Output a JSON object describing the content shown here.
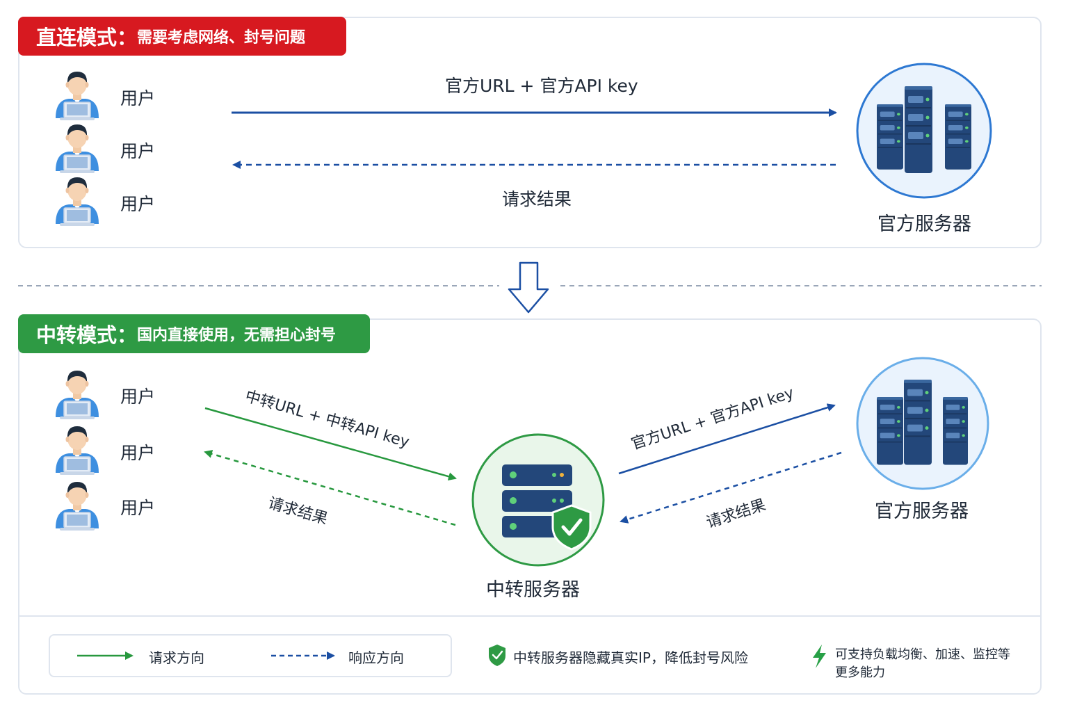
{
  "direct": {
    "title_main": "直连模式：",
    "title_sub": "需要考虑网络、封号问题",
    "users": [
      "用户",
      "用户",
      "用户"
    ],
    "request_label": "官方URL + 官方API key",
    "response_label": "请求结果",
    "server_label": "官方服务器"
  },
  "relay": {
    "title_main": "中转模式：",
    "title_sub": "国内直接使用，无需担心封号",
    "users": [
      "用户",
      "用户",
      "用户"
    ],
    "relay_request_label": "中转URL + 中转API key",
    "relay_response_label": "请求结果",
    "relay_server_label": "中转服务器",
    "official_request_label": "官方URL + 官方API key",
    "official_response_label": "请求结果",
    "official_server_label": "官方服务器"
  },
  "legend": {
    "request_direction": "请求方向",
    "response_direction": "响应方向",
    "feature_1": "中转服务器隐藏真实IP，降低封号风险",
    "feature_2_line1": "可支持负载均衡、加速、监控等",
    "feature_2_line2": "更多能力"
  },
  "colors": {
    "red_tag": "#d71920",
    "green_tag": "#2e9a44",
    "blue_arrow": "#1b4fa3",
    "green_arrow": "#27983e",
    "server_dark": "#23477a"
  }
}
